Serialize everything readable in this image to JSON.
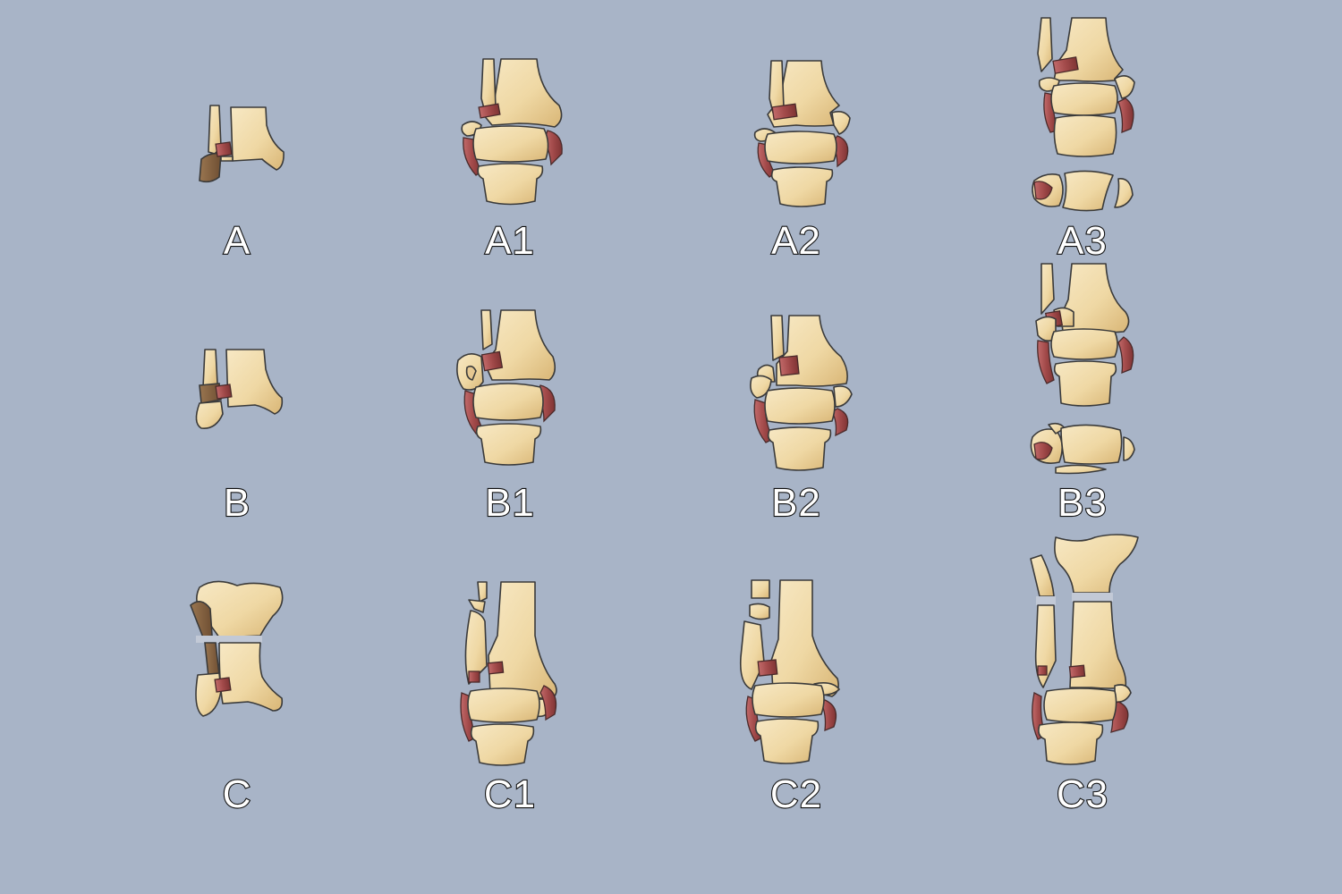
{
  "labels": {
    "A": "A",
    "A1": "A1",
    "A2": "A2",
    "A3": "A3",
    "B": "B",
    "B1": "B1",
    "B2": "B2",
    "B3": "B3",
    "C": "C",
    "C1": "C1",
    "C2": "C2",
    "C3": "C3"
  },
  "colors": {
    "background": "#a8b4c7",
    "bone": "#f1dcab",
    "bone_shadow": "#d8b77a",
    "ligament": "#a24a4a",
    "highlight_bone": "#8a6a4a",
    "label_fill": "#ffffff",
    "label_stroke": "#111111"
  }
}
